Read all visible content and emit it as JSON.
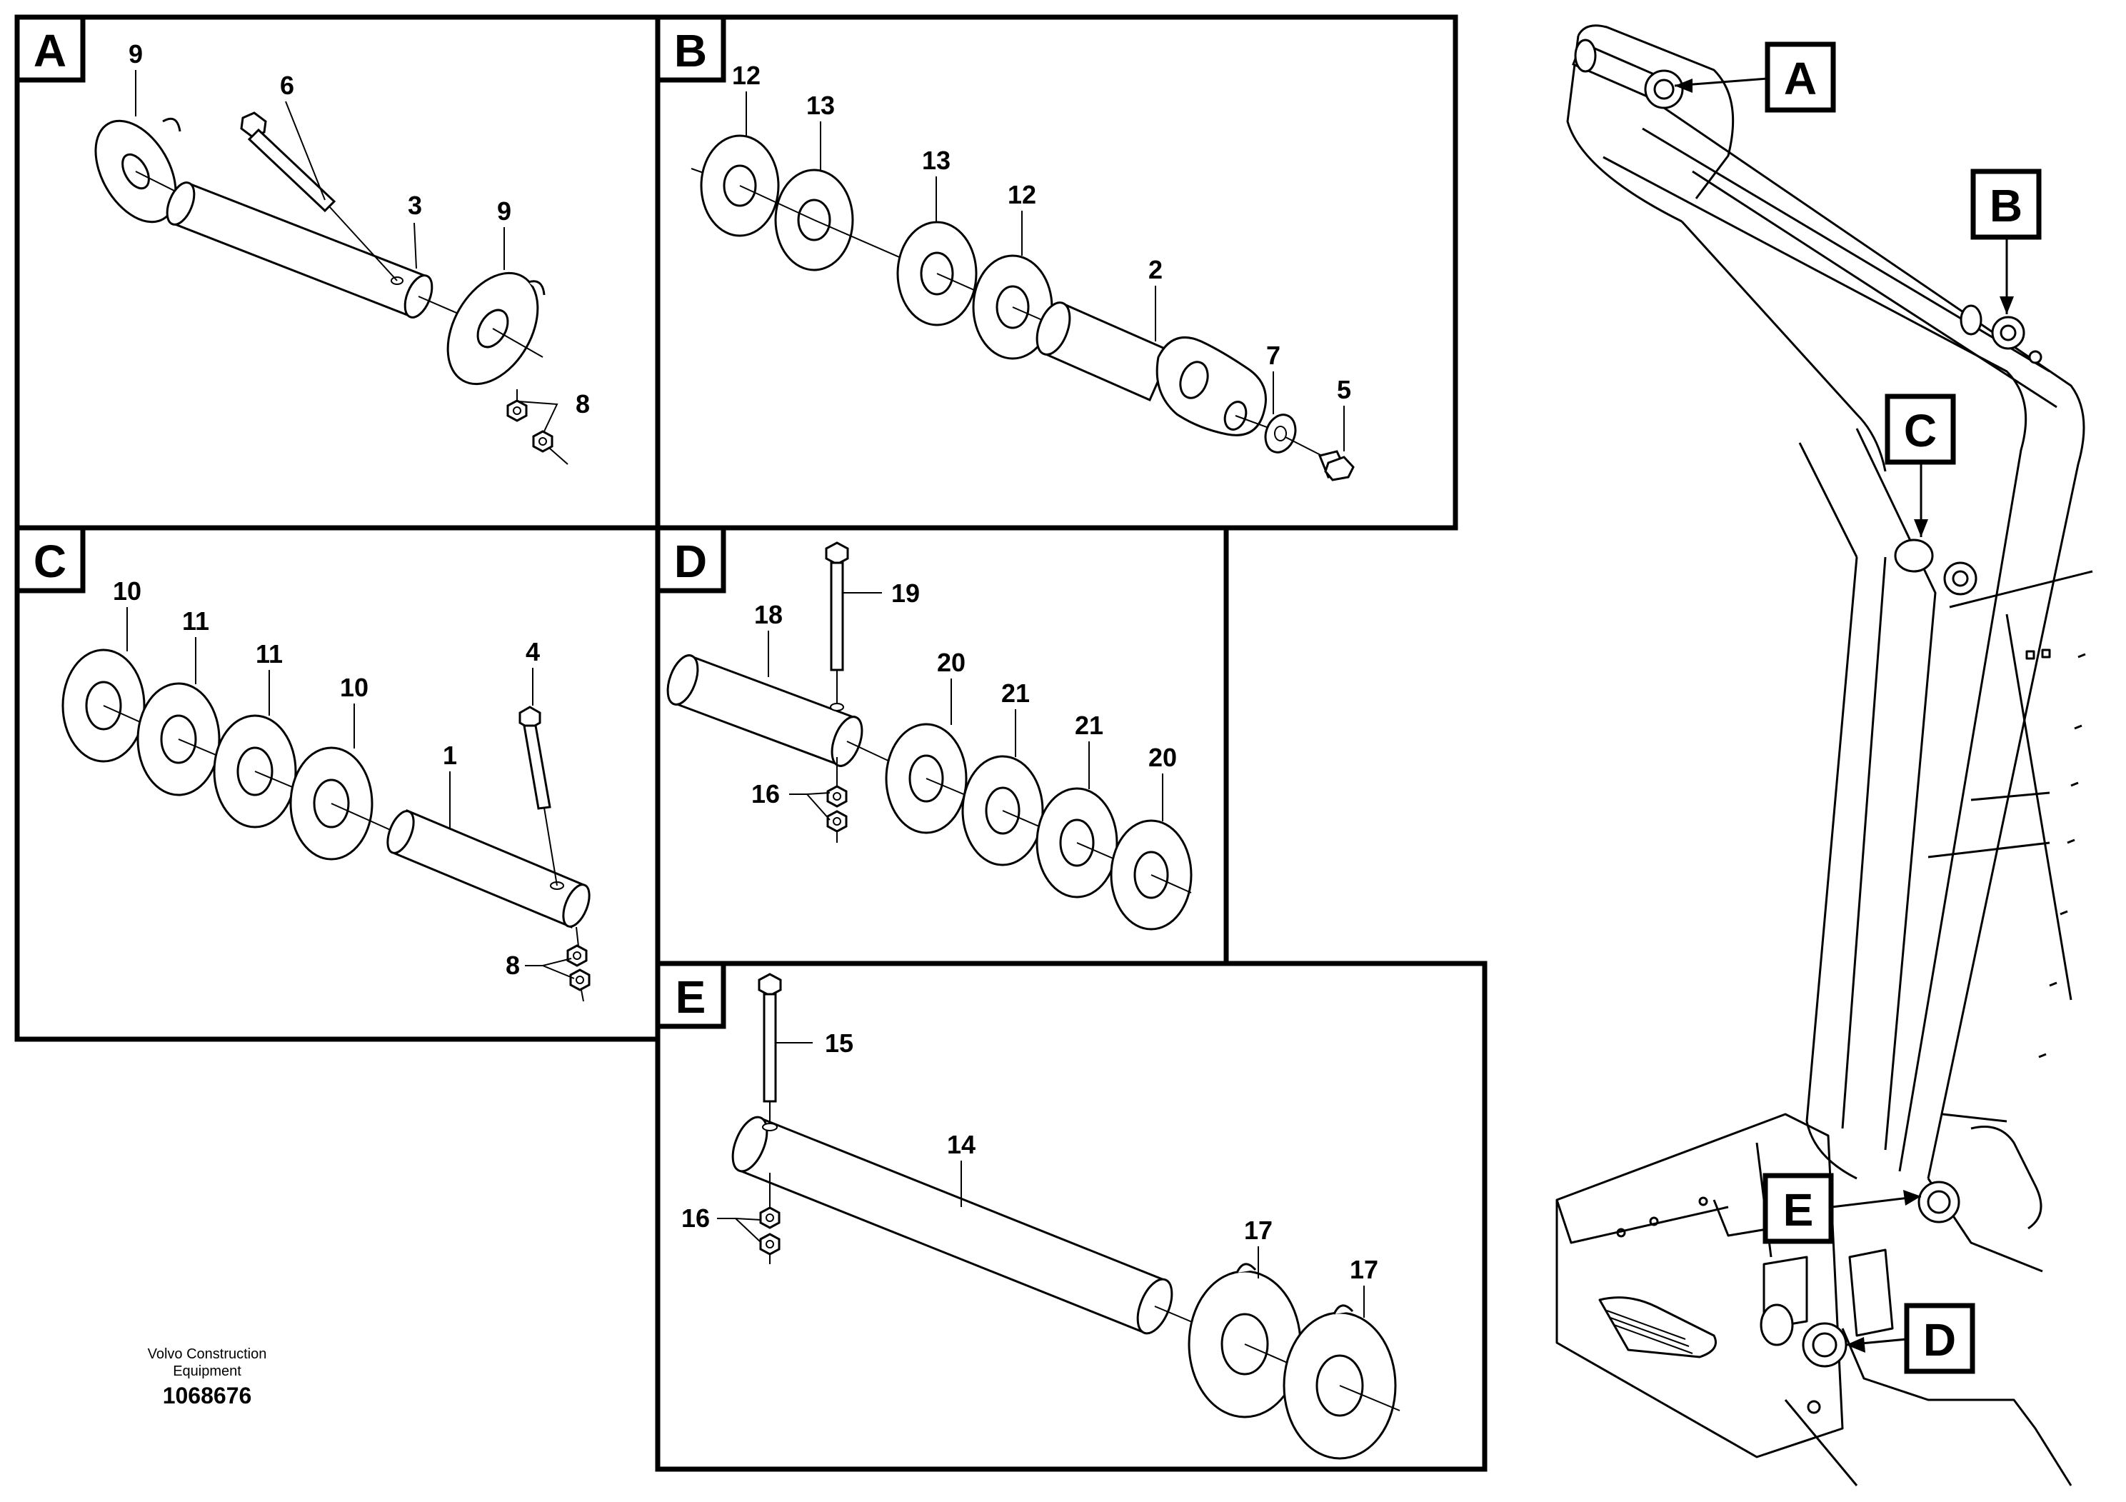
{
  "panels": {
    "A": {
      "label": "A",
      "callouts": {
        "c9a": "9",
        "c6": "6",
        "c3": "3",
        "c9b": "9",
        "c8": "8"
      }
    },
    "B": {
      "label": "B",
      "callouts": {
        "c12a": "12",
        "c13a": "13",
        "c13b": "13",
        "c12b": "12",
        "c2": "2",
        "c7": "7",
        "c5": "5"
      }
    },
    "C": {
      "label": "C",
      "callouts": {
        "c10a": "10",
        "c11a": "11",
        "c11b": "11",
        "c10b": "10",
        "c4": "4",
        "c1": "1",
        "c8": "8"
      }
    },
    "D": {
      "label": "D",
      "callouts": {
        "c19": "19",
        "c18": "18",
        "c20a": "20",
        "c21a": "21",
        "c21b": "21",
        "c20b": "20",
        "c16": "16"
      }
    },
    "E": {
      "label": "E",
      "callouts": {
        "c15": "15",
        "c14": "14",
        "c16": "16",
        "c17a": "17",
        "c17b": "17"
      }
    }
  },
  "overview": {
    "tags": {
      "A": "A",
      "B": "B",
      "C": "C",
      "D": "D",
      "E": "E"
    }
  },
  "caption": {
    "line1": "Volvo Construction",
    "line2": "Equipment",
    "number": "1068676"
  }
}
